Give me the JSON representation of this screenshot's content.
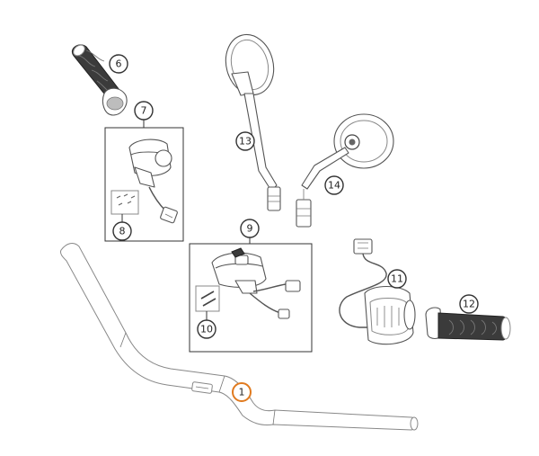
{
  "diagram": {
    "callouts": [
      {
        "id": "1",
        "label": "1",
        "highlighted": true
      },
      {
        "id": "6",
        "label": "6"
      },
      {
        "id": "7",
        "label": "7"
      },
      {
        "id": "8",
        "label": "8"
      },
      {
        "id": "9",
        "label": "9"
      },
      {
        "id": "10",
        "label": "10"
      },
      {
        "id": "11",
        "label": "11"
      },
      {
        "id": "12",
        "label": "12"
      },
      {
        "id": "13",
        "label": "13"
      },
      {
        "id": "14",
        "label": "14"
      }
    ],
    "colors": {
      "highlight": "#e07a1f",
      "outline": "#333333",
      "grip_dark": "#3b3b3b"
    }
  }
}
